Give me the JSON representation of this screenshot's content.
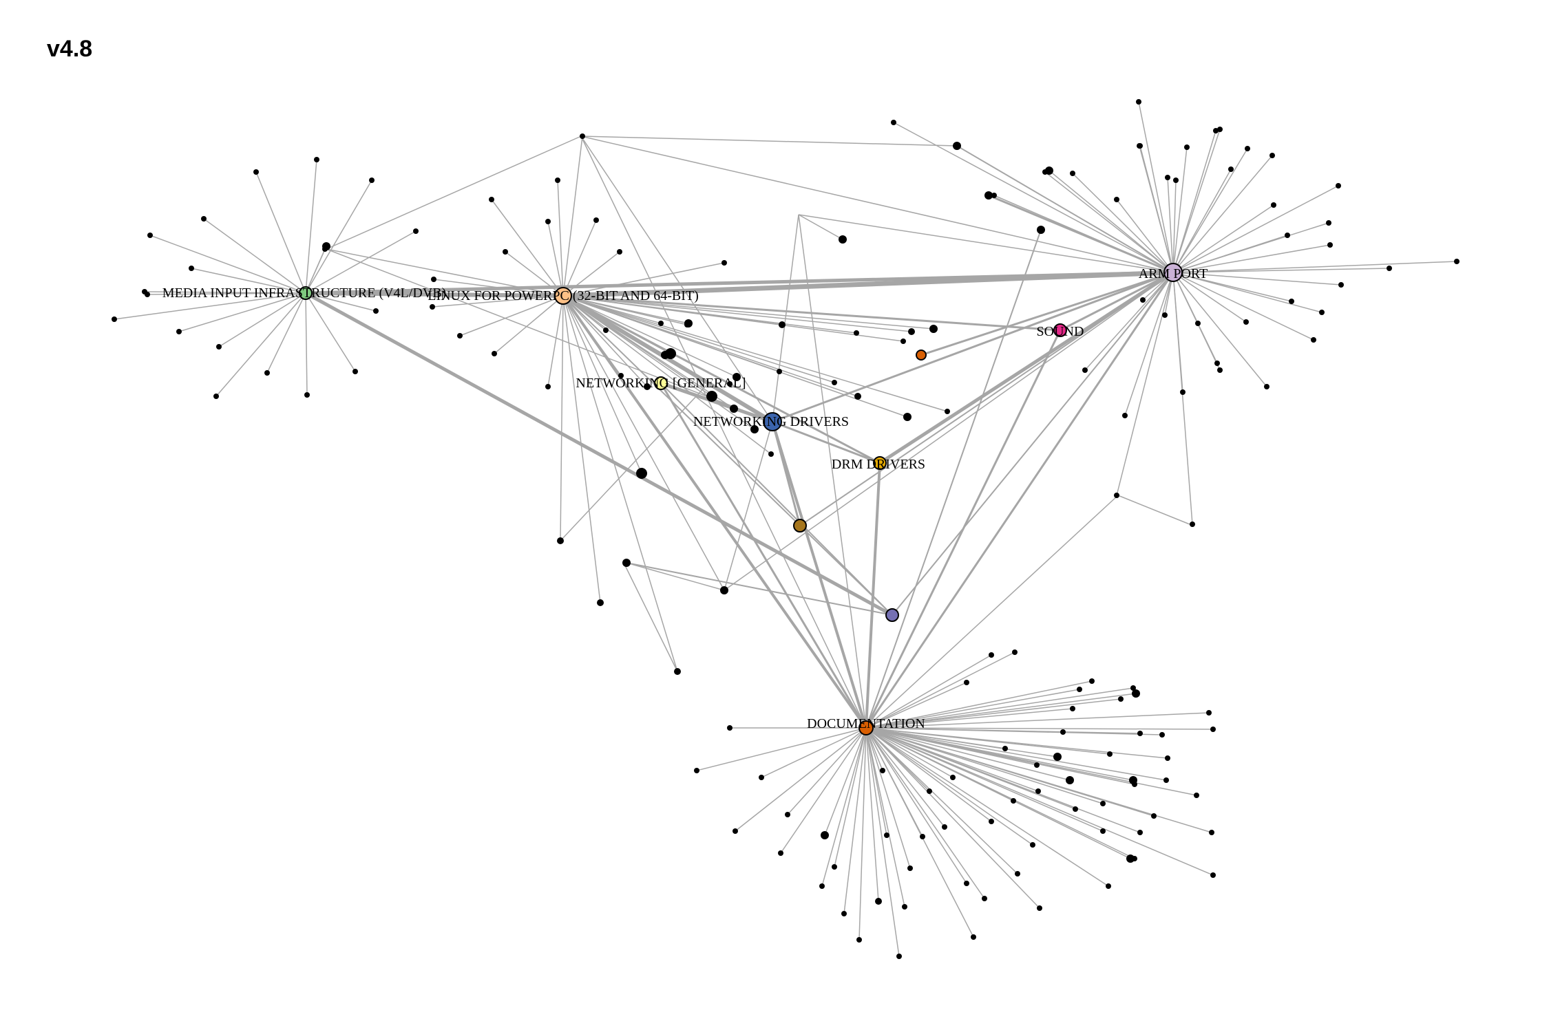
{
  "title": "v4.8",
  "colors": {
    "edge": "#a6a6a6",
    "minor_node": "#000000",
    "label_text": "#000000",
    "documentation": "#d95f02",
    "arm_port": "#cab2d6",
    "networking_drivers": "#3b64ad",
    "linux_powerpc": "#fdc086",
    "media_input": "#7fc97f",
    "networking_general": "#ffff99",
    "drm_drivers": "#e6ab02",
    "sound": "#e7298a",
    "misc_brown": "#a6761d",
    "misc_purple": "#7570b3",
    "misc_orange": "#d95f02"
  },
  "hubs": [
    {
      "id": "arm",
      "label": "ARM PORT",
      "color_key": "arm_port"
    },
    {
      "id": "doc",
      "label": "DOCUMENTATION",
      "color_key": "documentation"
    },
    {
      "id": "ppc",
      "label": "LINUX FOR POWERPC (32-BIT AND 64-BIT)",
      "color_key": "linux_powerpc"
    },
    {
      "id": "media",
      "label": "MEDIA INPUT INFRASTRUCTURE (V4L/DVB)",
      "color_key": "media_input"
    },
    {
      "id": "netdrv",
      "label": "NETWORKING DRIVERS",
      "color_key": "networking_drivers"
    },
    {
      "id": "netgen",
      "label": "NETWORKING [GENERAL]",
      "color_key": "networking_general"
    },
    {
      "id": "drm",
      "label": "DRM DRIVERS",
      "color_key": "drm_drivers"
    },
    {
      "id": "sound",
      "label": "SOUND",
      "color_key": "sound"
    }
  ]
}
